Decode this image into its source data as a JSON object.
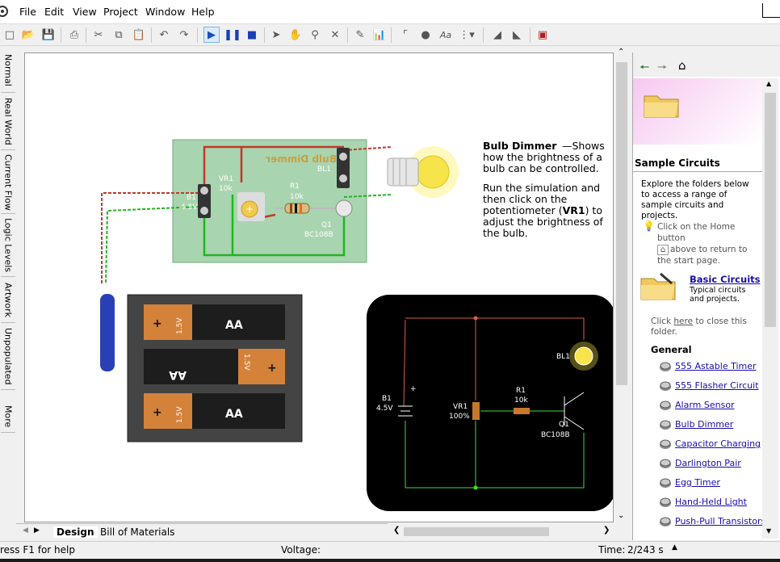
{
  "menubar": {
    "items": [
      "File",
      "Edit",
      "View",
      "Project",
      "Window",
      "Help"
    ]
  },
  "vtabs": [
    "Normal",
    "Real World",
    "Current Flow",
    "Logic Levels",
    "Artwork",
    "Unpopulated",
    "More"
  ],
  "canvas": {
    "board_label": "Bulb Dimmer",
    "vr1_label": "VR1",
    "vr1_value": "10k",
    "r1_label": "R1",
    "r1_value": "10k",
    "bl1_label": "BL1",
    "b1_label": "B1",
    "b1_value": "4.5V",
    "q1_label": "Q1",
    "q1_value": "BC108B",
    "battery_aa": "AA",
    "battery_v": "1.5V",
    "desc_title": "Bulb Dimmer",
    "desc_body": "—Shows how the brightness of a bulb can be controlled.",
    "desc_run_1": "Run the simulation and then click on the potentiometer (",
    "desc_run_bold": "VR1",
    "desc_run_2": ") to adjust the brightness of the bulb.",
    "schem_bl1": "BL1",
    "schem_b1": "B1",
    "schem_b1_v": "4.5V",
    "schem_vr1": "VR1",
    "schem_vr1_pct": "100%",
    "schem_r1": "R1",
    "schem_r1_v": "10k",
    "schem_q1": "Q1",
    "schem_q1_v": "BC108B"
  },
  "bottom_tabs": [
    "Design",
    "Bill of Materials"
  ],
  "status": {
    "help": "ress F1 for help",
    "voltage_label": "Voltage:",
    "time_label": "Time:",
    "time_value": "2/243 s"
  },
  "panel": {
    "heading": "Sample Circuits",
    "intro": "Explore the folders below to access a range of sample circuits and projects.",
    "home_hint_1": "Click on the Home button",
    "home_hint_2": "above to return to the start page.",
    "basic_title": "Basic Circuits",
    "basic_desc": "Typical circuits and projects.",
    "close_1": "Click",
    "close_here": "here",
    "close_2": "to close this folder.",
    "section": "General",
    "circuits": [
      "555 Astable Timer",
      "555 Flasher Circuit",
      "Alarm Sensor",
      "Bulb Dimmer",
      "Capacitor Charging",
      "Darlington Pair",
      "Egg Timer",
      "Hand-Held Light",
      "Push-Pull Transistors"
    ]
  },
  "colors": {
    "board_green": "#a9d4b0",
    "wire_red": "#c0392b",
    "wire_green": "#22b422",
    "schem_bg": "#000000",
    "bulb_glow": "#f7e34a",
    "link_blue": "#1a0dab"
  }
}
